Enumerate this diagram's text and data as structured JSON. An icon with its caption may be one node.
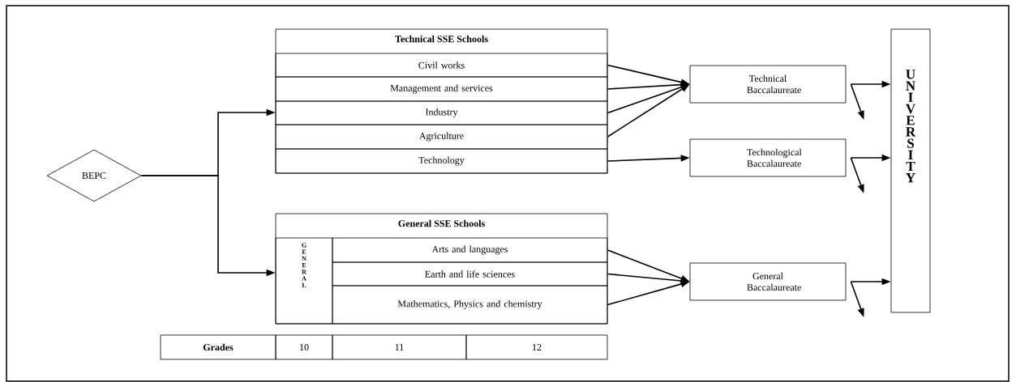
{
  "diagram": {
    "nodes": [
      {
        "text": [
          "BEPC"
        ]
      },
      {
        "text": [
          "Technical SSE Schools"
        ]
      },
      {
        "text": [
          "Civil works"
        ],
        "in": 1
      },
      {
        "text": [
          "Management and services"
        ],
        "in": 1
      },
      {
        "text": [
          "Industry"
        ],
        "in": 1
      },
      {
        "text": [
          "Agriculture"
        ],
        "in": 1
      },
      {
        "text": [
          "Technology"
        ],
        "in": 1
      },
      {
        "text": [
          "Technical Baccalaureate"
        ]
      },
      {
        "text": [
          "Technological Baccalaureate"
        ]
      },
      {
        "text": [
          "General SSE Schools"
        ]
      },
      {
        "text": [
          "GENERAL"
        ],
        "in": 9
      },
      {
        "text": [
          "Arts and languages"
        ],
        "in": 9
      },
      {
        "text": [
          "Earth and life sciences"
        ],
        "in": 9
      },
      {
        "text": [
          "Mathematics, Physics and chemistry"
        ],
        "in": 9
      },
      {
        "text": [
          "General Baccalaureate"
        ]
      },
      {
        "text": [
          "UNIVERSITY"
        ]
      }
    ],
    "edges": [
      {
        "from": 0,
        "to": 1,
        "arrow": "to"
      },
      {
        "from": 0,
        "to": 9,
        "arrow": "to"
      },
      {
        "from": 2,
        "to": 7,
        "arrow": "to"
      },
      {
        "from": 3,
        "to": 7,
        "arrow": "to"
      },
      {
        "from": 4,
        "to": 7,
        "arrow": "to"
      },
      {
        "from": 5,
        "to": 7,
        "arrow": "to"
      },
      {
        "from": 6,
        "to": 8,
        "arrow": "to"
      },
      {
        "from": 11,
        "to": 14,
        "arrow": "to"
      },
      {
        "from": 12,
        "to": 14,
        "arrow": "to"
      },
      {
        "from": 13,
        "to": 14,
        "arrow": "to"
      },
      {
        "from": 7,
        "to": 15,
        "arrow": "to"
      },
      {
        "from": 7,
        "to": null,
        "arrow": "to"
      },
      {
        "from": 8,
        "to": 15,
        "arrow": "to"
      },
      {
        "from": 8,
        "to": null,
        "arrow": "to"
      },
      {
        "from": 14,
        "to": 15,
        "arrow": "to"
      },
      {
        "from": 14,
        "to": null,
        "arrow": "to"
      }
    ],
    "labels": [
      "Grades",
      "10",
      "11",
      "12"
    ]
  }
}
